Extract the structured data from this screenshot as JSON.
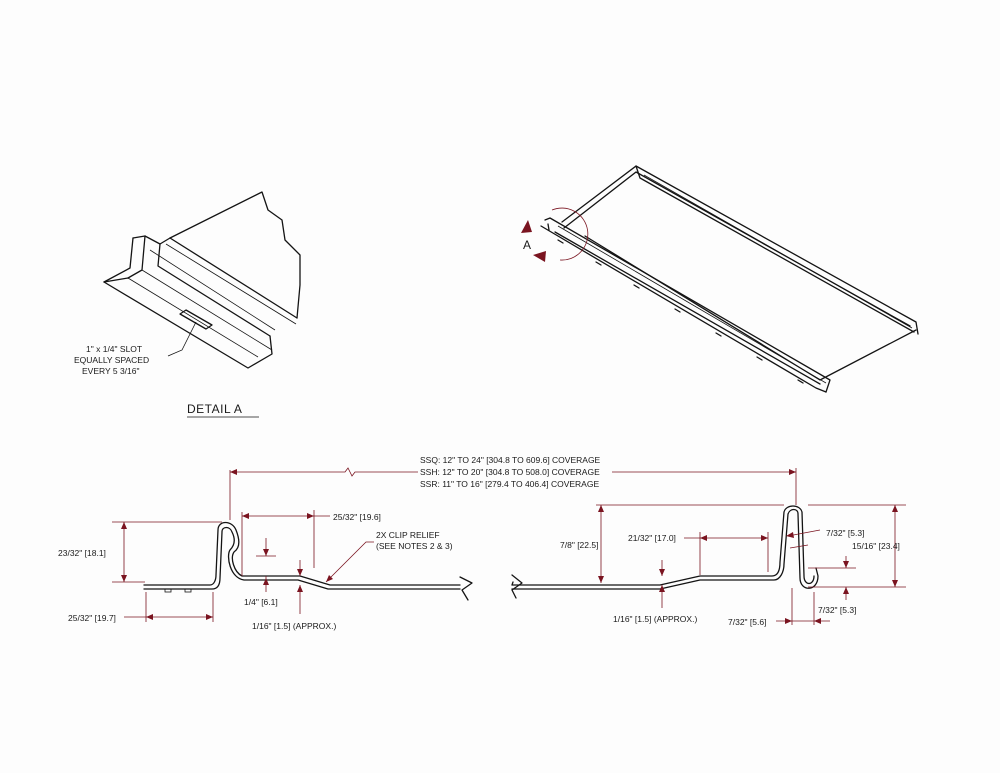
{
  "colors": {
    "dimension": "#7a1420",
    "ink": "#141414",
    "paper": "#fdfdfd"
  },
  "detail": {
    "title": "DETAIL  A",
    "slot_note": [
      "1\" x 1/4\" SLOT",
      "EQUALLY SPACED",
      "EVERY 5 3/16\""
    ],
    "callout_letter": "A"
  },
  "coverage": {
    "lines": [
      "SSQ:  12\" TO 24\" [304.8 TO 609.6] COVERAGE",
      "SSH:  12\" TO 20\" [304.8 TO 508.0] COVERAGE",
      "SSR:  11\" TO 16\" [279.4 TO 406.4] COVERAGE"
    ]
  },
  "dimensions": {
    "left_height": "23/32\" [18.1]",
    "left_base": "25/32\" [19.7]",
    "left_top_offset": "25/32\" [19.6]",
    "clip_relief": [
      "2X CLIP RELIEF",
      "(SEE NOTES 2 & 3)"
    ],
    "left_step": "1/4\" [6.1]",
    "left_relief_depth": "1/16\" [1.5] (APPROX.)",
    "right_height": "7/8\" [22.5]",
    "right_offset": "21/32\" [17.0]",
    "right_relief_depth": "1/16\" [1.5] (APPROX.)",
    "right_top_width": "7/32\" [5.3]",
    "right_total_height": "15/16\" [23.4]",
    "right_hook_width": "7/32\" [5.6]",
    "right_hook_depth": "7/32\" [5.3]"
  }
}
